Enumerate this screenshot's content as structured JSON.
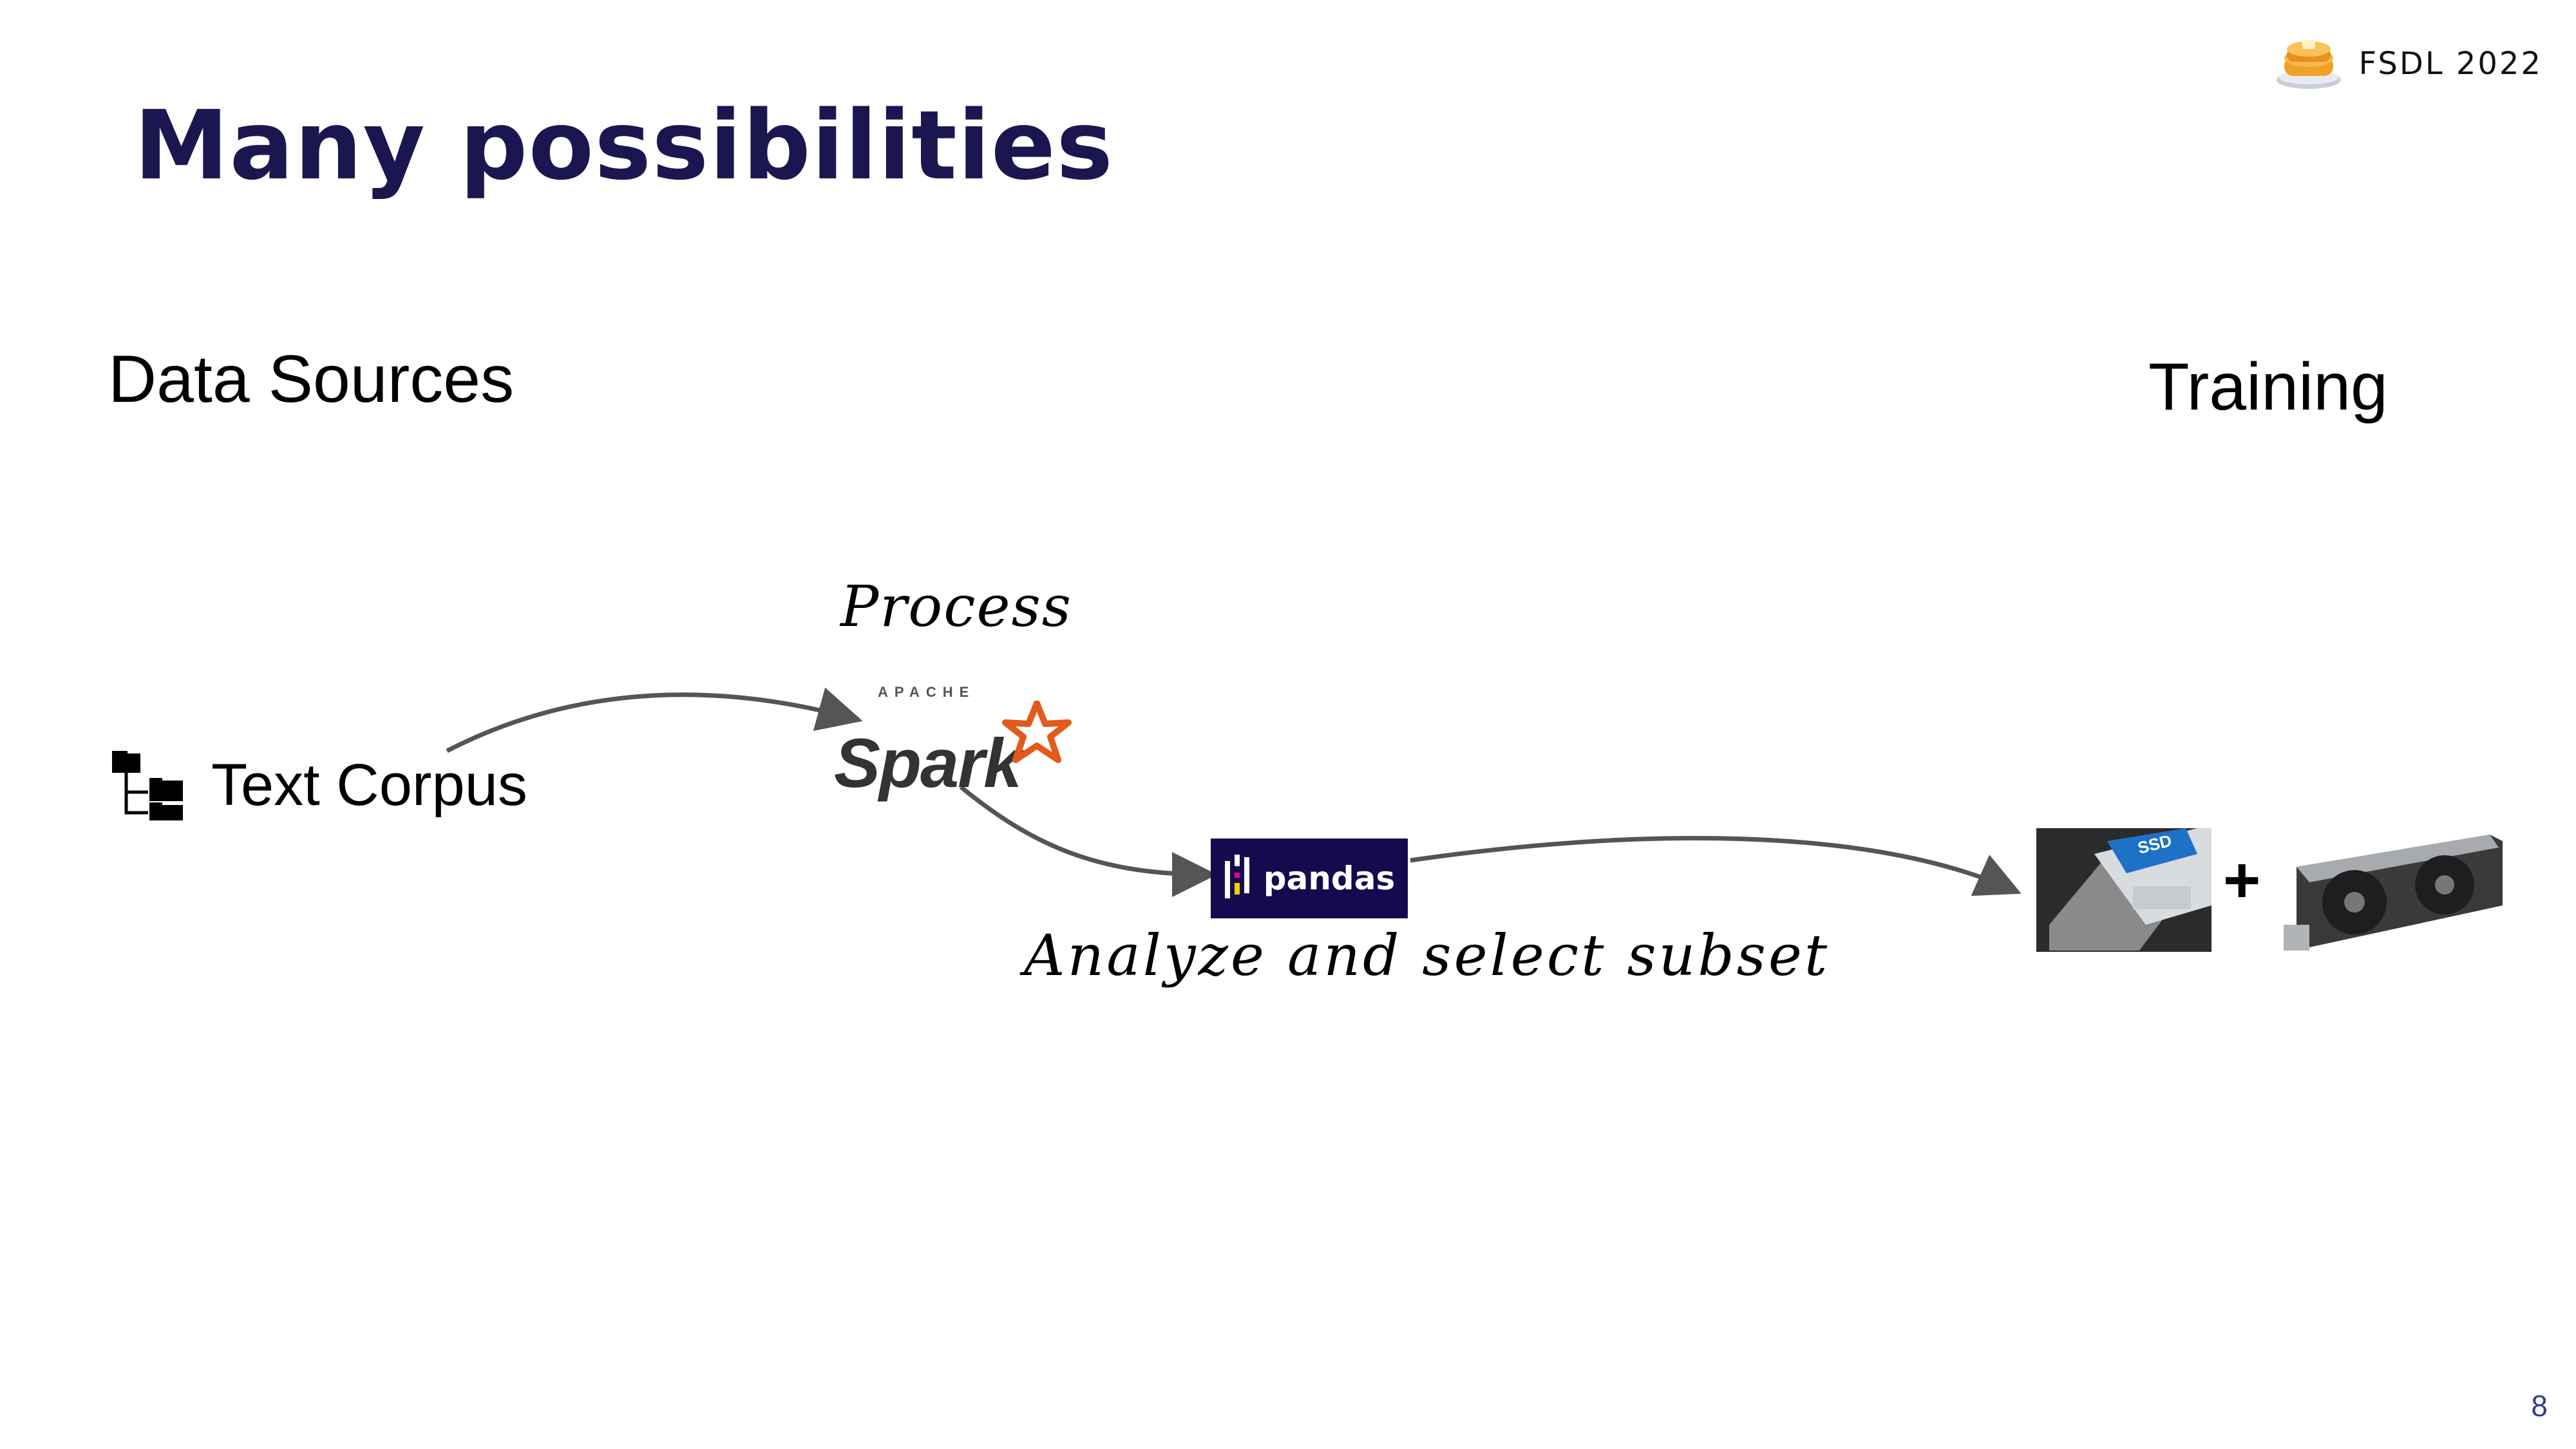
{
  "slide": {
    "title": "Many possibilities",
    "brand_text": "FSDL 2022",
    "page_number": "8"
  },
  "diagram": {
    "left_heading": "Data Sources",
    "right_heading": "Training",
    "source_label": "Text Corpus",
    "process_label": "Process",
    "analyze_label": "Analyze and select subset",
    "spark_logo": {
      "small_text": "APACHE",
      "word": "Spark"
    },
    "pandas_logo": {
      "word": "pandas"
    },
    "ssd_label": "SSD",
    "plus": "+"
  },
  "colors": {
    "title": "#1c1650",
    "arrow": "#555555",
    "pandas_bg": "#140b4f",
    "spark_star": "#e25a1c",
    "page_number": "#2f3b8f"
  },
  "icons": [
    "pancake-stack-icon",
    "folder-tree-icon",
    "spark-star-icon",
    "pandas-bars-icon",
    "ssd-photo",
    "gpu-photo"
  ]
}
